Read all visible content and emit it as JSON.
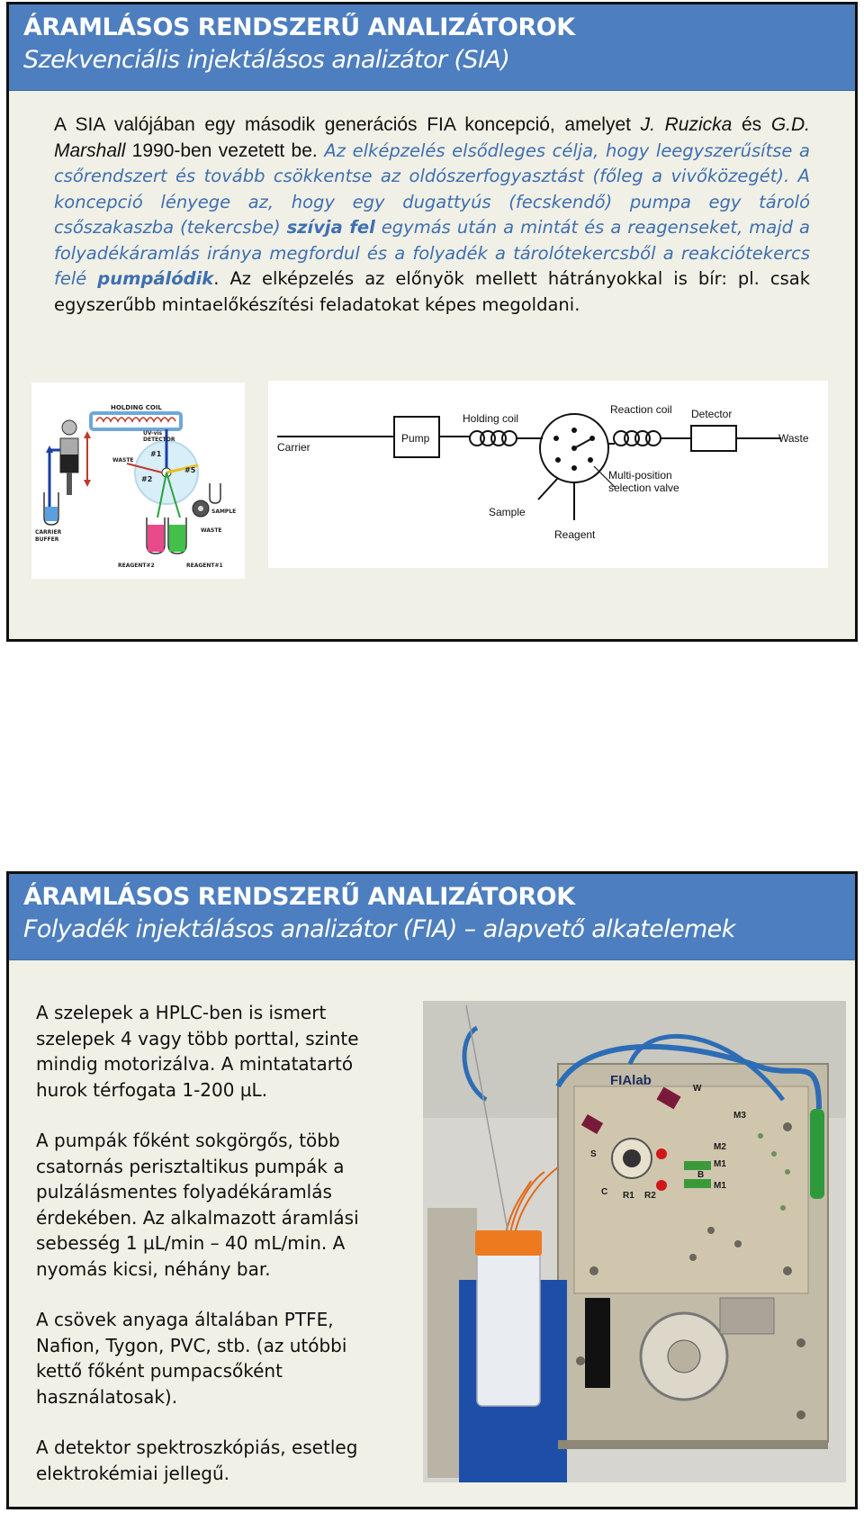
{
  "slide1": {
    "title": "ÁRAMLÁSOS RENDSZERŰ ANALIZÁTOROK",
    "subtitle": "Szekvenciális injektálásos analizátor (SIA)",
    "para": {
      "p1": "A SIA valójában egy második generációs FIA koncepció, amelyet ",
      "author1": "J. Ruzicka",
      "p2": " és ",
      "author2": "G.D. Marshall",
      "p3": " 1990-ben vezetett be.",
      "p4": " Az elképzelés elsődleges célja, hogy leegyszerűsítse a csőrendszert és tovább csökkentse az oldószerfogyasztást (főleg a vivőközegét).",
      "p5": " A koncepció lényege az, hogy egy dugattyús (fecskendő) pumpa egy tároló csőszakaszba (tekercsbe) ",
      "p6": "szívja fel",
      "p7": " egymás után a mintát és a reagenseket, majd a folyadékáramlás iránya megfordul és a folyadék a tárolótekercsből a reakciótekercs felé ",
      "p8": "pumpálódik",
      "p9": ". Az elképzelés az előnyök mellett hátrányokkal is bír: pl. csak egyszerűbb mintaelőkészítési feladatokat képes megoldani."
    },
    "diagram_left": {
      "holding_coil": "HOLDING COIL",
      "uv_vis": "UV-vis",
      "detector": "DETECTOR",
      "waste_top": "WASTE",
      "p1": "#1",
      "p2": "#2",
      "p5": "#5",
      "carrier": "CARRIER",
      "buffer": "BUFFER",
      "sample": "SAMPLE",
      "waste_bottom": "WASTE",
      "reagent2": "REAGENT#2",
      "reagent1": "REAGENT#1"
    },
    "diagram_right": {
      "carrier": "Carrier",
      "pump": "Pump",
      "holding_coil": "Holding coil",
      "reaction_coil": "Reaction coil",
      "detector": "Detector",
      "waste": "Waste",
      "valve1": "Multi-position",
      "valve2": "selection valve",
      "sample": "Sample",
      "reagent": "Reagent"
    }
  },
  "slide2": {
    "title": "ÁRAMLÁSOS RENDSZERŰ ANALIZÁTOROK",
    "subtitle": "Folyadék injektálásos analizátor (FIA) – alapvető alkatelemek",
    "paragraphs": [
      "A szelepek a HPLC-ben is ismert szelepek 4 vagy több porttal, szinte mindig motorizálva. A mintatatartó hurok térfogata 1-200 µL.",
      "A pumpák főként sokgörgős, több csatornás perisztaltikus pumpák a pulzálásmentes folyadékáramlás érdekében. Az alkalmazott áramlási sebesség 1 µL/min – 40 mL/min. A nyomás kicsi, néhány bar.",
      "A csövek anyaga általában PTFE, Nafion, Tygon, PVC, stb. (az utóbbi kettő főként pumpacsőként használatosak).",
      "A detektor spektroszkópiás, esetleg elektrokémiai jellegű."
    ],
    "photo": {
      "brand": "FIAlab",
      "port_w": "W",
      "port_m3": "M3",
      "port_s": "S",
      "port_m2": "M2",
      "port_m1_top": "M1",
      "port_b": "B",
      "port_m1": "M1",
      "port_c": "C",
      "port_r1": "R1",
      "port_r2": "R2"
    }
  }
}
